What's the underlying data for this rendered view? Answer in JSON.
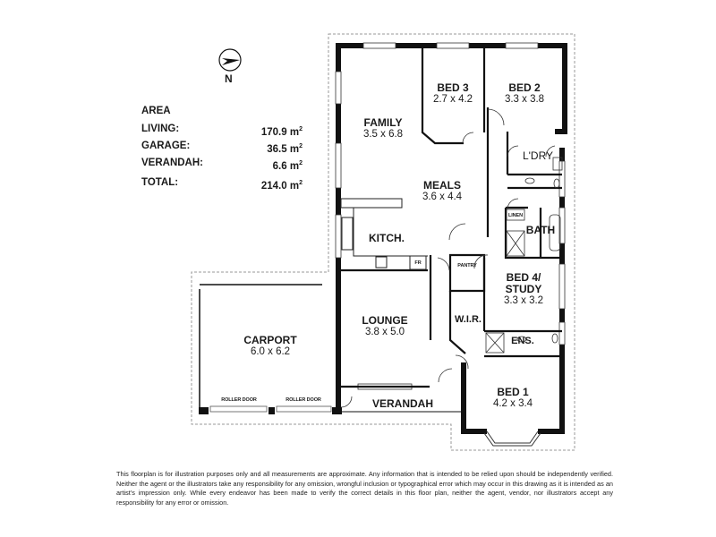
{
  "compass": {
    "icon": "north-arrow-icon",
    "label": "N"
  },
  "area_table": {
    "title": "AREA",
    "rows": [
      {
        "label": "LIVING:",
        "value": "170.9",
        "unit": "m",
        "exp": "2"
      },
      {
        "label": "GARAGE:",
        "value": "36.5",
        "unit": "m",
        "exp": "2"
      },
      {
        "label": "VERANDAH:",
        "value": "6.6",
        "unit": "m",
        "exp": "2"
      }
    ],
    "total": {
      "label": "TOTAL:",
      "value": "214.0",
      "unit": "m",
      "exp": "2"
    }
  },
  "rooms": {
    "family": {
      "name": "FAMILY",
      "dims": "3.5 x 6.8"
    },
    "bed3": {
      "name": "BED 3",
      "dims": "2.7 x 4.2"
    },
    "bed2": {
      "name": "BED 2",
      "dims": "3.3 x 3.8"
    },
    "laundry": {
      "name": "L'DRY"
    },
    "meals": {
      "name": "MEALS",
      "dims": "3.6 x 4.4"
    },
    "kitchen": {
      "name": "KITCH."
    },
    "linen": {
      "name": "LINEN"
    },
    "bath": {
      "name": "BATH"
    },
    "fridge": {
      "name": "FR"
    },
    "pantry": {
      "name": "PANTRY"
    },
    "bed4": {
      "name": "BED 4/",
      "name2": "STUDY",
      "dims": "3.3 x 3.2"
    },
    "wir": {
      "name": "W.I.R."
    },
    "ensuite": {
      "name": "ENS."
    },
    "lounge": {
      "name": "LOUNGE",
      "dims": "3.8 x 5.0"
    },
    "carport": {
      "name": "CARPORT",
      "dims": "6.0 x 6.2"
    },
    "roller_door_1": {
      "name": "ROLLER DOOR"
    },
    "roller_door_2": {
      "name": "ROLLER DOOR"
    },
    "verandah": {
      "name": "VERANDAH"
    },
    "bed1": {
      "name": "BED 1",
      "dims": "4.2 x 3.4"
    }
  },
  "disclaimer": "This floorplan is for illustration purposes only and all measurements are approximate. Any information that is intended to be relied upon should be independently verified. Neither the agent or the illustrators take any responsibility for any omission, wrongful inclusion or typographical error which may occur in this drawing as it is intended as an artist's impression only. While every endeavor has been made to verify the correct details in this floor plan, neither the agent, vendor, nor illustrators accept any responsibility for any error or omission."
}
